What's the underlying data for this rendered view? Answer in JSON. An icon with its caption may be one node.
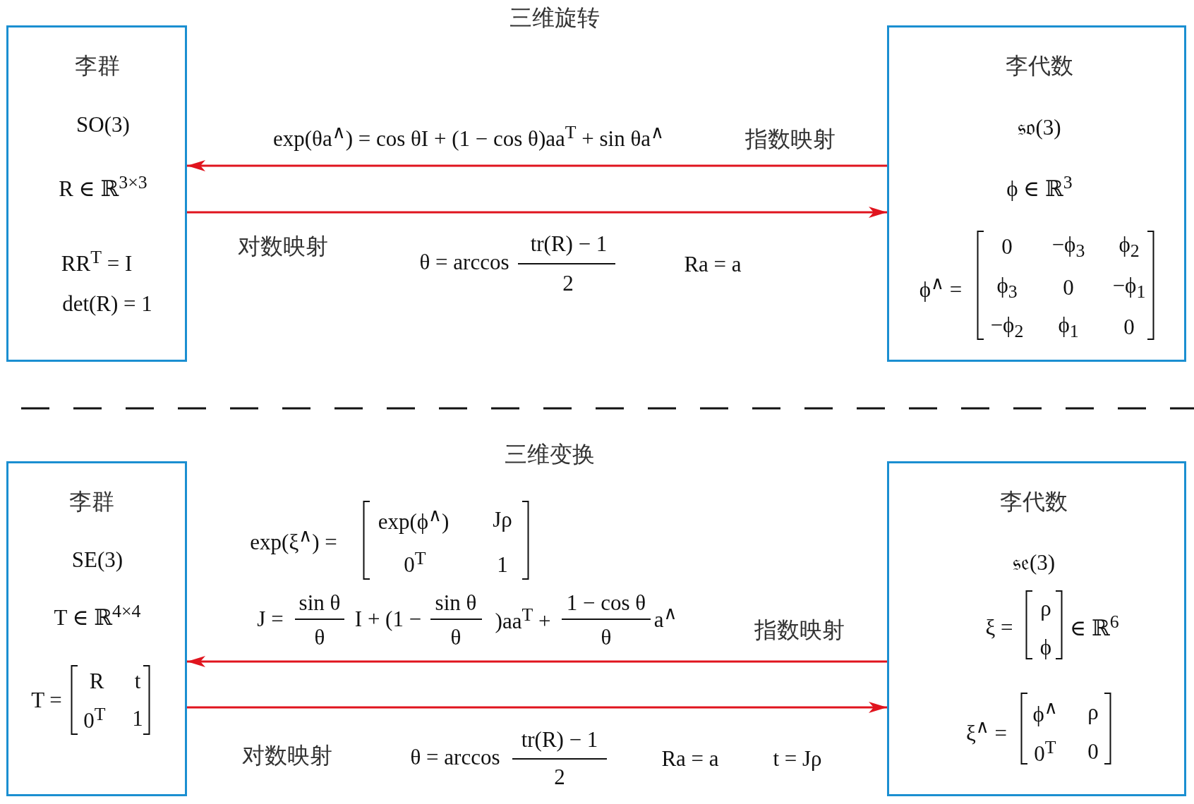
{
  "diagram": {
    "nodes": [
      {
        "text": [
          "李群",
          "SO(3)",
          "R ∈ ℝ$^{3×3}$",
          "RR$^{T}$ = I",
          "det(R) = 1"
        ]
      },
      {
        "text": [
          "李代数",
          "𝔰𝔬(3)",
          "ϕ ∈ ℝ$^{3}$",
          "ϕ$^{∧}$ =",
          "0",
          "−ϕ$_{3}$",
          "ϕ$_{2}$",
          "ϕ$_{3}$",
          "0",
          "−ϕ$_{1}$",
          "−ϕ$_{2}$",
          "ϕ$_{1}$",
          "0"
        ]
      },
      {
        "text": [
          "李群",
          "SE(3)",
          "T ∈ ℝ$^{4×4}$",
          "T =",
          "R",
          "t",
          "0$^{T}$",
          "1"
        ]
      },
      {
        "text": [
          "李代数",
          "𝔰𝔢(3)",
          "ξ =",
          "ρ",
          "ϕ",
          "∈ ℝ$^{6}$",
          "ξ$^{∧}$ =",
          "ϕ$^{∧}$",
          "ρ",
          "0$^{T}$",
          "0"
        ]
      }
    ],
    "edges": [
      {
        "from": 1,
        "to": 0,
        "arrow": "to",
        "label": "指数映射"
      },
      {
        "from": 0,
        "to": 1,
        "arrow": "to",
        "label": "对数映射"
      },
      {
        "from": 3,
        "to": 2,
        "arrow": "to",
        "label": "指数映射"
      },
      {
        "from": 2,
        "to": 3,
        "arrow": "to",
        "label": "对数映射"
      }
    ],
    "labels": [
      "三维旋转",
      "exp(θa$^{∧}$) = cos θI + (1 − cos θ)aa$^{T}$ + sin θa$^{∧}$",
      "θ = arccos",
      "tr(R) − 1",
      "2",
      "Ra = a",
      "三维变换",
      "exp(ξ$^{∧}$) =",
      "exp(ϕ$^{∧}$)",
      "Jρ",
      "0$^{T}$",
      "1",
      "J =",
      "sin θ",
      "θ",
      "I + (1 −",
      "sin θ",
      "θ",
      ")aa$^{T}$ +",
      "1 − cos θ",
      "θ",
      "a$^{∧}$",
      "θ = arccos",
      "tr(R) − 1",
      "2",
      "Ra = a",
      "t = Jρ"
    ]
  }
}
